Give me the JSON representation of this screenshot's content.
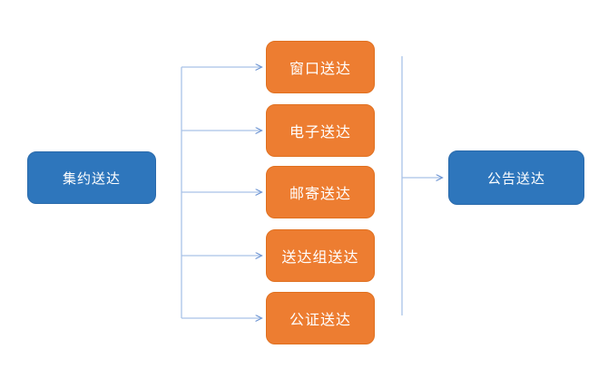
{
  "diagram": {
    "title": "",
    "source_node": {
      "label": "集约送达"
    },
    "channel_nodes": [
      {
        "label": "窗口送达"
      },
      {
        "label": "电子送达"
      },
      {
        "label": "邮寄送达"
      },
      {
        "label": "送达组送达"
      },
      {
        "label": "公证送达"
      }
    ],
    "result_node": {
      "label": "公告送达"
    }
  },
  "colors": {
    "node-blue": "#2E76BC",
    "node-blue-border": "#2A6AAB",
    "node-orange": "#ED7D31",
    "node-orange-border": "#E0701F",
    "connector": "#A9C2E8",
    "arrowhead": "#6E95D3",
    "node-text": "#FFFFFF",
    "background": "#FFFFFF"
  }
}
